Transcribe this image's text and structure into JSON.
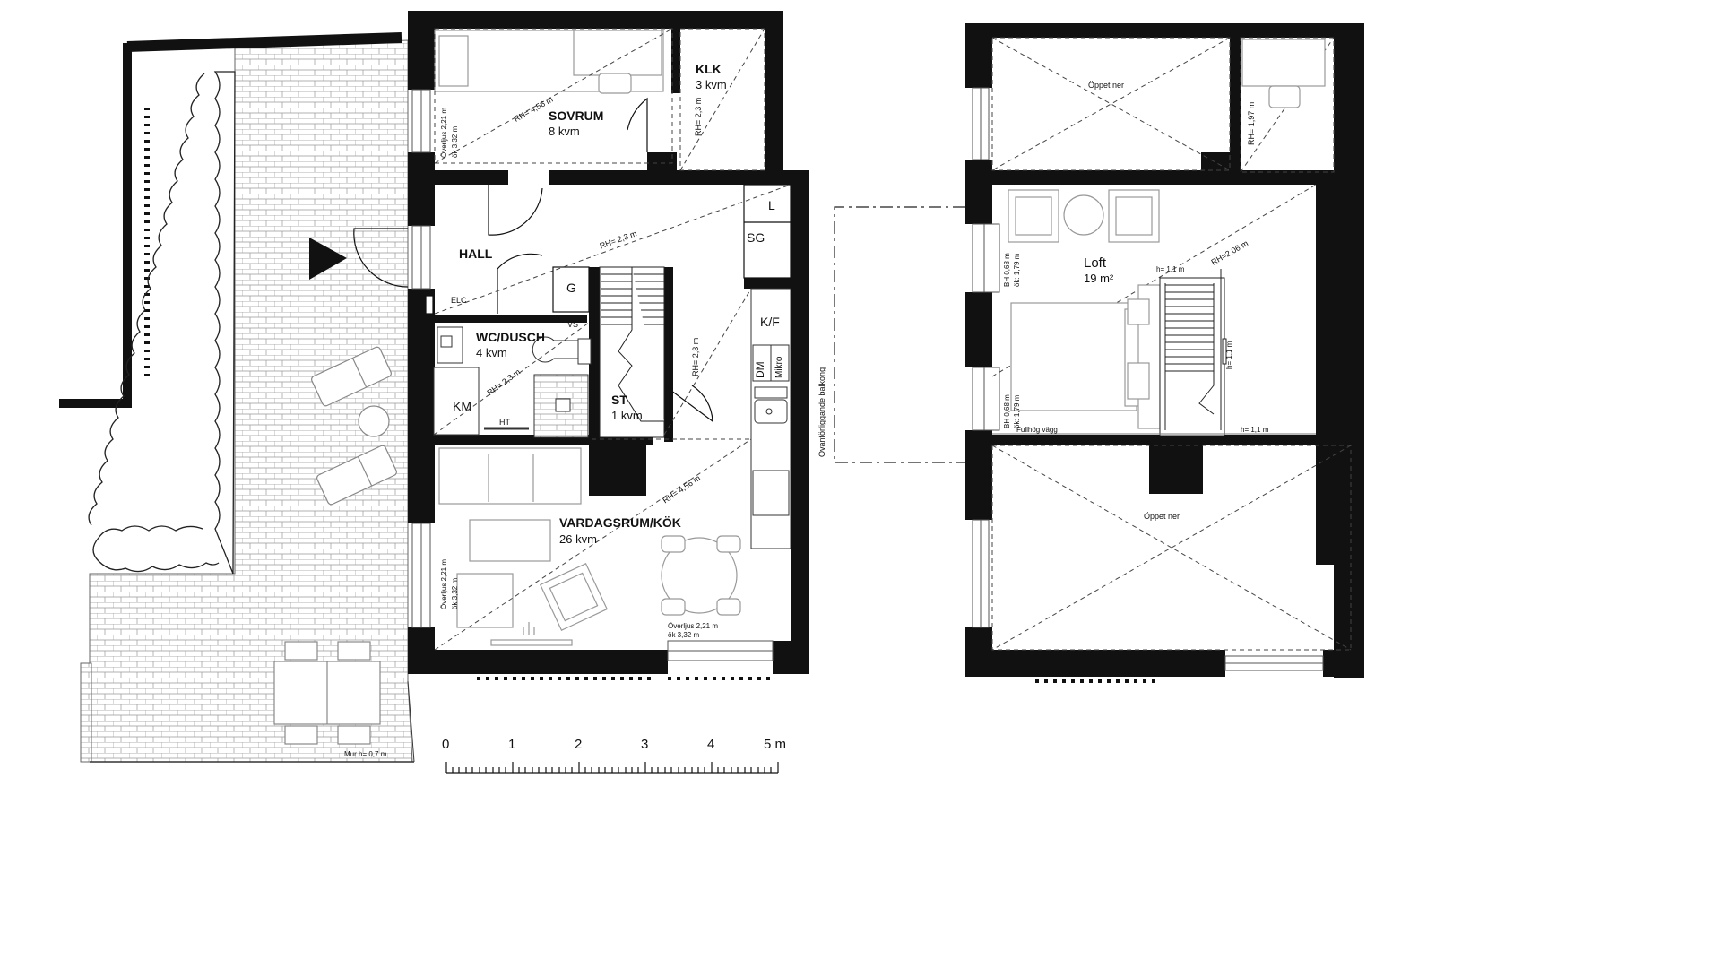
{
  "rooms": {
    "sovrum": {
      "name": "SOVRUM",
      "area": "8 kvm"
    },
    "klk": {
      "name": "KLK",
      "area": "3 kvm"
    },
    "hall": {
      "name": "HALL"
    },
    "wc": {
      "name": "WC/DUSCH",
      "area": "4 kvm"
    },
    "st": {
      "name": "ST",
      "area": "1 kvm"
    },
    "vardagsrum": {
      "name": "VARDAGSRUM/KÖK",
      "area": "26 kvm"
    },
    "loft": {
      "name": "Loft",
      "area": "19 m²"
    }
  },
  "fixtures": {
    "l": "L",
    "sg": "SG",
    "g": "G",
    "kf": "K/F",
    "dm": "DM",
    "mikro": "Mikro",
    "km": "KM",
    "ht": "HT",
    "vs": "VS",
    "elc": "ELC"
  },
  "heights": {
    "rh_sovrum": "RH= 4,56 m",
    "rh_klk": "RH= 2,3 m",
    "rh_hall": "RH= 2,3 m",
    "rh_wc": "RH= 2,3 m",
    "rh_st": "RH= 2,3 m",
    "rh_vardag": "RH= 4,56 m",
    "rh_loft": "RH=2,06 m",
    "rh_loft_small": "RH= 1,97 m",
    "h_stair_top": "h= 1,1 m",
    "h_stair_side": "h= 1,1 m",
    "h_rail": "h= 1,1 m",
    "fullhog": "Fullhög vägg"
  },
  "windows": {
    "overljus_a1": "Överljus 2,21 m",
    "overljus_a2": "ök 3,32 m",
    "overljus_b1": "Överljus 2,21 m",
    "overljus_b2": "ök 3,32 m",
    "overljus_c1": "Överljus 2,21 m",
    "overljus_c2": "ök 3,32 m",
    "bh_a1": "BH 0,68 m",
    "bh_a2": "ök: 1,79 m",
    "bh_b1": "BH 0,68 m",
    "bh_b2": "ök: 1,79 m"
  },
  "misc": {
    "oppet_ner_top": "Öppet ner",
    "oppet_ner_bottom": "Öppet ner",
    "balkong": "Ovanförliggande balkong",
    "mur": "Mur h= 0,7 m"
  },
  "scale": {
    "ticks": [
      "0",
      "1",
      "2",
      "3",
      "4",
      "5 m"
    ]
  }
}
